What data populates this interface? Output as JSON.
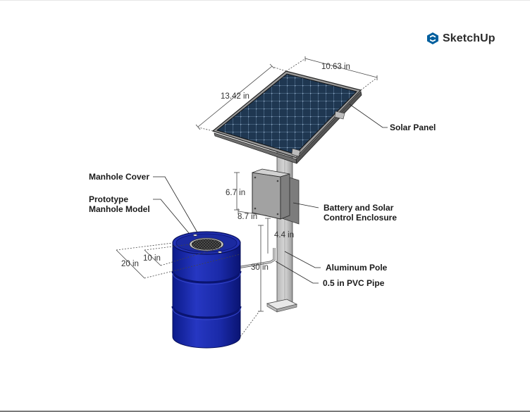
{
  "brand": {
    "name": "SketchUp",
    "icon": "sketchup-logo-icon",
    "color": "#005f9e"
  },
  "labels": {
    "solar_panel": "Solar Panel",
    "manhole_cover": "Manhole Cover",
    "prototype_line1": "Prototype",
    "prototype_line2": "Manhole Model",
    "enclosure_line1": "Battery and Solar",
    "enclosure_line2": "Control Enclosure",
    "aluminum_pole": "Aluminum Pole",
    "pvc_pipe": "0.5 in PVC Pipe"
  },
  "dimensions": {
    "panel_width": "10.63 in",
    "panel_length": "13.42 in",
    "enclosure_height": "6.7 in",
    "enclosure_width": "8.7 in",
    "pole_offset": "4.4 in",
    "barrel_height": "30 in",
    "barrel_diameter": "20 in",
    "cover_diameter": "10 in"
  },
  "colors": {
    "barrel": "#1d2ca8",
    "solar_cell": "#1e3550",
    "pole": "#c2c2c2",
    "enclosure": "#9a9a9a"
  }
}
